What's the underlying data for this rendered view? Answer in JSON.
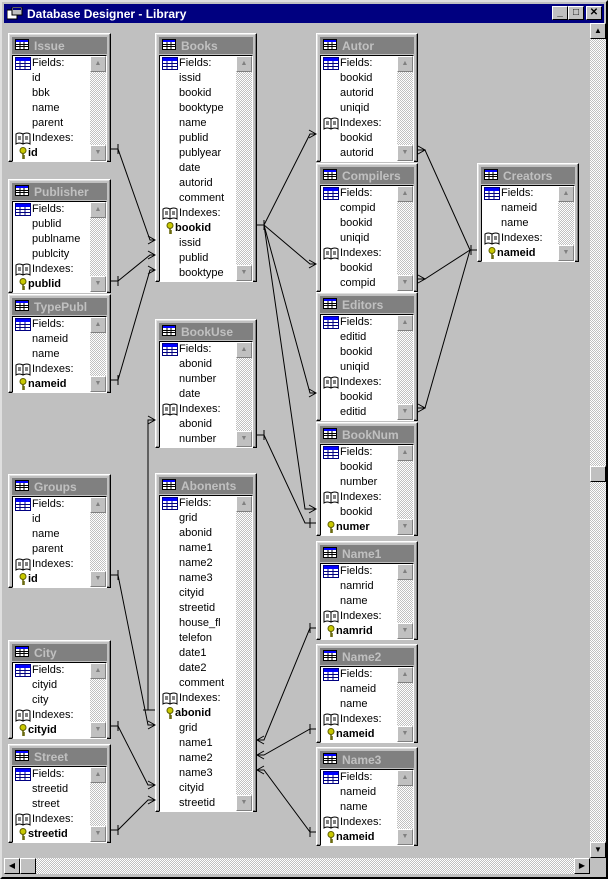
{
  "window": {
    "title": "Database Designer - Library",
    "buttons": [
      "minimize",
      "maximize",
      "close"
    ]
  },
  "labels": {
    "fields": "Fields:",
    "indexes": "Indexes:"
  },
  "tables": [
    {
      "name": "Issue",
      "fields": [
        "id",
        "bbk",
        "name",
        "parent"
      ],
      "indexes": [
        {
          "name": "id",
          "key": true
        }
      ]
    },
    {
      "name": "Publisher",
      "fields": [
        "publid",
        "publname",
        "publcity"
      ],
      "indexes": [
        {
          "name": "publid",
          "key": true
        }
      ]
    },
    {
      "name": "TypePubl",
      "fields": [
        "nameid",
        "name"
      ],
      "indexes": [
        {
          "name": "nameid",
          "key": true
        }
      ]
    },
    {
      "name": "Books",
      "fields": [
        "issid",
        "bookid",
        "booktype",
        "name",
        "publid",
        "publyear",
        "date",
        "autorid",
        "comment"
      ],
      "indexes": [
        {
          "name": "bookid",
          "key": true
        },
        {
          "name": "issid"
        },
        {
          "name": "publid"
        },
        {
          "name": "booktype"
        }
      ]
    },
    {
      "name": "BookUse",
      "fields": [
        "abonid",
        "number",
        "date"
      ],
      "indexes": [
        {
          "name": "abonid"
        },
        {
          "name": "number"
        }
      ]
    },
    {
      "name": "Abonents",
      "fields": [
        "grid",
        "abonid",
        "name1",
        "name2",
        "name3",
        "cityid",
        "streetid",
        "house_fl",
        "telefon",
        "date1",
        "date2",
        "comment"
      ],
      "indexes": [
        {
          "name": "abonid",
          "key": true
        },
        {
          "name": "grid"
        },
        {
          "name": "name1"
        },
        {
          "name": "name2"
        },
        {
          "name": "name3"
        },
        {
          "name": "cityid"
        },
        {
          "name": "streetid"
        }
      ]
    },
    {
      "name": "Groups",
      "fields": [
        "id",
        "name",
        "parent"
      ],
      "indexes": [
        {
          "name": "id",
          "key": true
        }
      ]
    },
    {
      "name": "City",
      "fields": [
        "cityid",
        "city"
      ],
      "indexes": [
        {
          "name": "cityid",
          "key": true
        }
      ]
    },
    {
      "name": "Street",
      "fields": [
        "streetid",
        "street"
      ],
      "indexes": [
        {
          "name": "streetid",
          "key": true
        }
      ]
    },
    {
      "name": "Autor",
      "fields": [
        "bookid",
        "autorid",
        "uniqid"
      ],
      "indexes": [
        {
          "name": "bookid"
        },
        {
          "name": "autorid"
        }
      ]
    },
    {
      "name": "Compilers",
      "fields": [
        "compid",
        "bookid",
        "uniqid"
      ],
      "indexes": [
        {
          "name": "bookid"
        },
        {
          "name": "compid"
        }
      ]
    },
    {
      "name": "Editors",
      "fields": [
        "editid",
        "bookid",
        "uniqid"
      ],
      "indexes": [
        {
          "name": "bookid"
        },
        {
          "name": "editid"
        }
      ]
    },
    {
      "name": "BookNum",
      "fields": [
        "bookid",
        "number"
      ],
      "indexes": [
        {
          "name": "bookid"
        },
        {
          "name": "numer",
          "key": true
        }
      ]
    },
    {
      "name": "Name1",
      "fields": [
        "namrid",
        "name"
      ],
      "indexes": [
        {
          "name": "namrid",
          "key": true
        }
      ]
    },
    {
      "name": "Name2",
      "fields": [
        "nameid",
        "name"
      ],
      "indexes": [
        {
          "name": "nameid",
          "key": true
        }
      ]
    },
    {
      "name": "Name3",
      "fields": [
        "nameid",
        "name"
      ],
      "indexes": [
        {
          "name": "nameid",
          "key": true
        }
      ]
    },
    {
      "name": "Creators",
      "fields": [
        "nameid",
        "name"
      ],
      "indexes": [
        {
          "name": "nameid",
          "key": true
        }
      ]
    }
  ]
}
